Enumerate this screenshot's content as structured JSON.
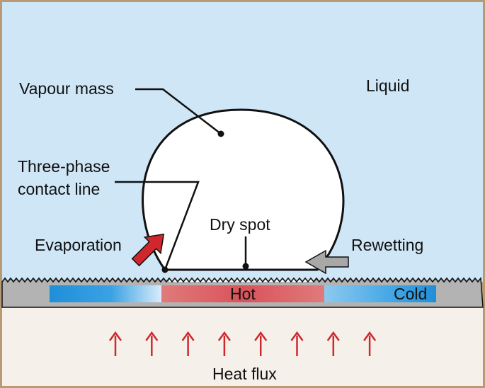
{
  "labels": {
    "vapour_mass": "Vapour mass",
    "liquid": "Liquid",
    "three_phase_line1": "Three-phase",
    "three_phase_line2": "contact line",
    "dry_spot": "Dry spot",
    "evaporation": "Evaporation",
    "rewetting": "Rewetting",
    "hot": "Hot",
    "cold": "Cold",
    "heat_flux": "Heat flux"
  },
  "colors": {
    "frame": "#b89a74",
    "liquid": "#cfe6f6",
    "substrate": "#b3b3b3",
    "bottom": "#f5f0ea",
    "hot": "#e07a7a",
    "cold": "#1f8fd8",
    "cold_light": "#8dc9f0",
    "arrow_red": "#d0272d",
    "arrow_grey": "#a8a8a8"
  },
  "heat_flux_arrow_count": 8
}
